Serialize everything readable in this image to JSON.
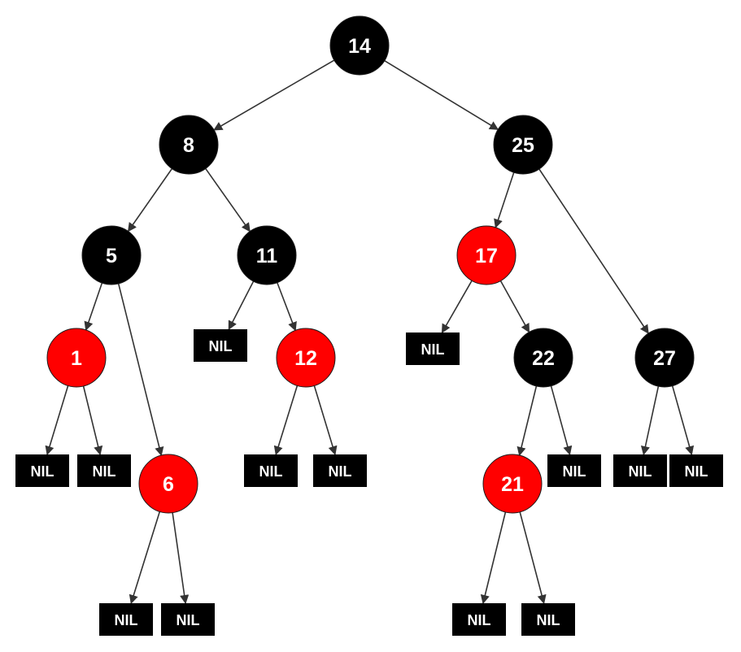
{
  "colors": {
    "black_node": "#000000",
    "red_node": "#ff0000",
    "node_border": "#1a1a1a",
    "edge": "#333333",
    "label": "#ffffff"
  },
  "tree": {
    "root": "n14",
    "nodes": [
      {
        "id": "n14",
        "label": "14",
        "color": "black",
        "children": [
          "n8",
          "n25"
        ]
      },
      {
        "id": "n8",
        "label": "8",
        "color": "black",
        "children": [
          "n5",
          "n11"
        ]
      },
      {
        "id": "n25",
        "label": "25",
        "color": "black",
        "children": [
          "n17",
          "n27"
        ]
      },
      {
        "id": "n5",
        "label": "5",
        "color": "black",
        "children": [
          "n1",
          "n6"
        ]
      },
      {
        "id": "n11",
        "label": "11",
        "color": "black",
        "children": [
          "nil-11-left",
          "n12"
        ]
      },
      {
        "id": "n17",
        "label": "17",
        "color": "red",
        "children": [
          "nil-17-left",
          "n22"
        ]
      },
      {
        "id": "n27",
        "label": "27",
        "color": "black",
        "children": [
          "nil-27-left",
          "nil-27-right"
        ]
      },
      {
        "id": "n1",
        "label": "1",
        "color": "red",
        "children": [
          "nil-1-left",
          "nil-1-right"
        ]
      },
      {
        "id": "n6",
        "label": "6",
        "color": "red",
        "children": [
          "nil-6-left",
          "nil-6-right"
        ]
      },
      {
        "id": "n12",
        "label": "12",
        "color": "red",
        "children": [
          "nil-12-left",
          "nil-12-right"
        ]
      },
      {
        "id": "n22",
        "label": "22",
        "color": "black",
        "children": [
          "n21",
          "nil-22-right"
        ]
      },
      {
        "id": "n21",
        "label": "21",
        "color": "red",
        "children": [
          "nil-21-left",
          "nil-21-right"
        ]
      }
    ],
    "nils": [
      {
        "id": "nil-11-left",
        "label": "NIL"
      },
      {
        "id": "nil-17-left",
        "label": "NIL"
      },
      {
        "id": "nil-1-left",
        "label": "NIL"
      },
      {
        "id": "nil-1-right",
        "label": "NIL"
      },
      {
        "id": "nil-12-left",
        "label": "NIL"
      },
      {
        "id": "nil-12-right",
        "label": "NIL"
      },
      {
        "id": "nil-22-right",
        "label": "NIL"
      },
      {
        "id": "nil-27-left",
        "label": "NIL"
      },
      {
        "id": "nil-27-right",
        "label": "NIL"
      },
      {
        "id": "nil-6-left",
        "label": "NIL"
      },
      {
        "id": "nil-6-right",
        "label": "NIL"
      },
      {
        "id": "nil-21-left",
        "label": "NIL"
      },
      {
        "id": "nil-21-right",
        "label": "NIL"
      }
    ]
  }
}
